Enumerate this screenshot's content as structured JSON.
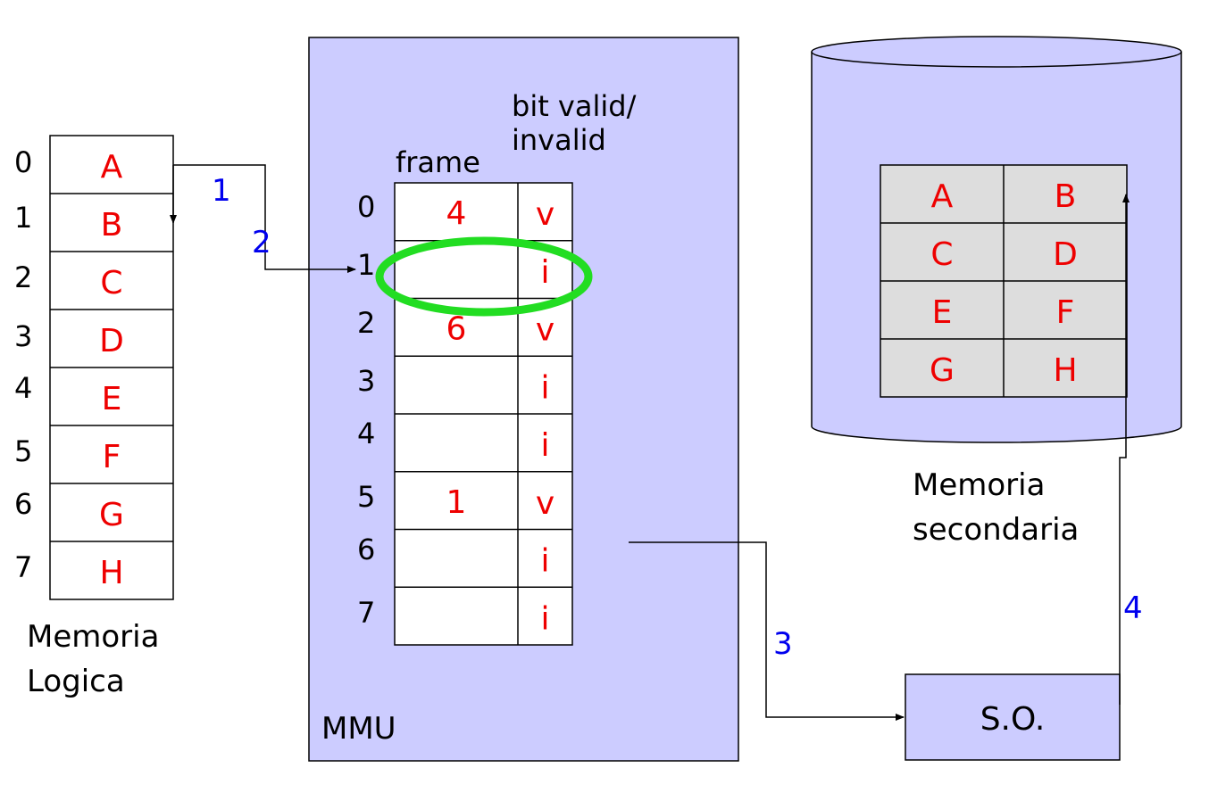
{
  "colors": {
    "panel_fill": "#ccccff",
    "grid_fill": "#dddddd",
    "value_text": "#ee0000",
    "step_text": "#0000ee",
    "highlight": "#22dd22"
  },
  "logical_memory": {
    "indices": [
      "0",
      "1",
      "2",
      "3",
      "4",
      "5",
      "6",
      "7"
    ],
    "pages": [
      "A",
      "B",
      "C",
      "D",
      "E",
      "F",
      "G",
      "H"
    ],
    "label_line1": "Memoria",
    "label_line2": "Logica"
  },
  "mmu": {
    "label": "MMU",
    "frame_header": "frame",
    "bit_header_line1": "bit valid/",
    "bit_header_line2": "invalid",
    "indices": [
      "0",
      "1",
      "2",
      "3",
      "4",
      "5",
      "6",
      "7"
    ],
    "frames": [
      "4",
      "",
      "6",
      "",
      "",
      "1",
      "",
      ""
    ],
    "bits": [
      "v",
      "i",
      "v",
      "i",
      "i",
      "v",
      "i",
      "i"
    ],
    "highlighted_row": 1
  },
  "secondary_memory": {
    "label_line1": "Memoria",
    "label_line2": "secondaria",
    "cells": [
      [
        "A",
        "B"
      ],
      [
        "C",
        "D"
      ],
      [
        "E",
        "F"
      ],
      [
        "G",
        "H"
      ]
    ]
  },
  "os_box": {
    "label": "S.O."
  },
  "steps": [
    "1",
    "2",
    "3",
    "4"
  ]
}
